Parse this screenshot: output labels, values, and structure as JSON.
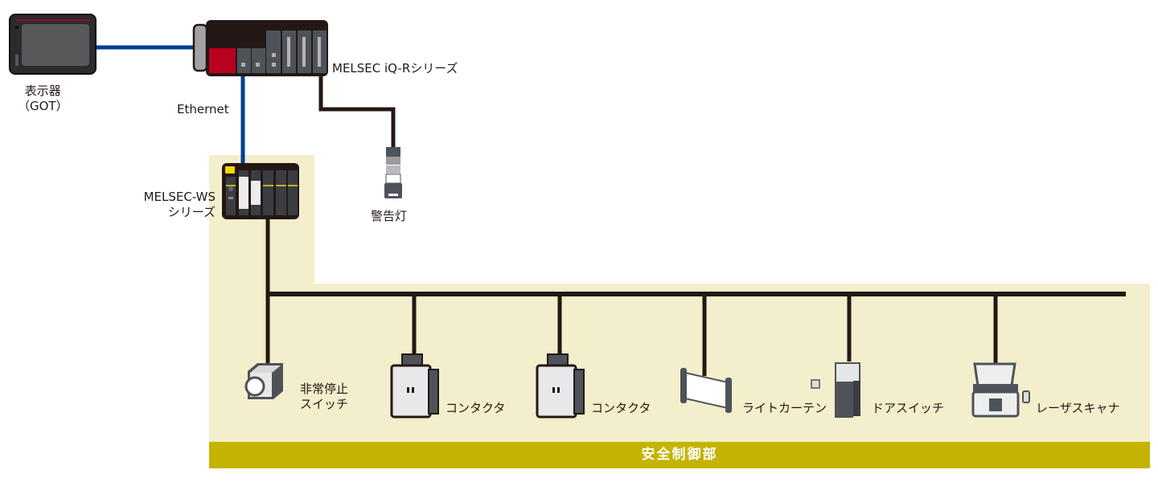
{
  "diagram": {
    "colors": {
      "zone_fill": "#f3eecb",
      "ethernet_line": "#003f8f",
      "bus_line": "#231815",
      "device_dark": "#2b2a2e",
      "device_gray": "#4e535a",
      "plc_red": "#b8001f",
      "ws_yellow": "#f2d600",
      "banner": "#c4b300",
      "banner_text": "#ffffff"
    },
    "nodes": {
      "got": {
        "label_line1": "表示器",
        "label_line2": "（GOT）"
      },
      "iqr": {
        "label": "MELSEC iQ-Rシリーズ"
      },
      "ethernet": {
        "label": "Ethernet"
      },
      "ws": {
        "label_line1": "MELSEC-WS",
        "label_line2": "シリーズ"
      },
      "warning_light": {
        "label": "警告灯"
      }
    },
    "safety_devices": [
      {
        "id": "estop",
        "label_line1": "非常停止",
        "label_line2": "スイッチ",
        "icon": "emergency-stop-icon"
      },
      {
        "id": "contactor1",
        "label_line1": "コンタクタ",
        "label_line2": "",
        "icon": "contactor-icon"
      },
      {
        "id": "contactor2",
        "label_line1": "コンタクタ",
        "label_line2": "",
        "icon": "contactor-icon"
      },
      {
        "id": "light_curtain",
        "label_line1": "ライトカーテン",
        "label_line2": "",
        "icon": "light-curtain-icon"
      },
      {
        "id": "door_switch",
        "label_line1": "ドアスイッチ",
        "label_line2": "",
        "icon": "door-switch-icon"
      },
      {
        "id": "laser_scanner",
        "label_line1": "レーザスキャナ",
        "label_line2": "",
        "icon": "laser-scanner-icon"
      }
    ],
    "zone_banner": {
      "label": "安全制御部"
    }
  }
}
